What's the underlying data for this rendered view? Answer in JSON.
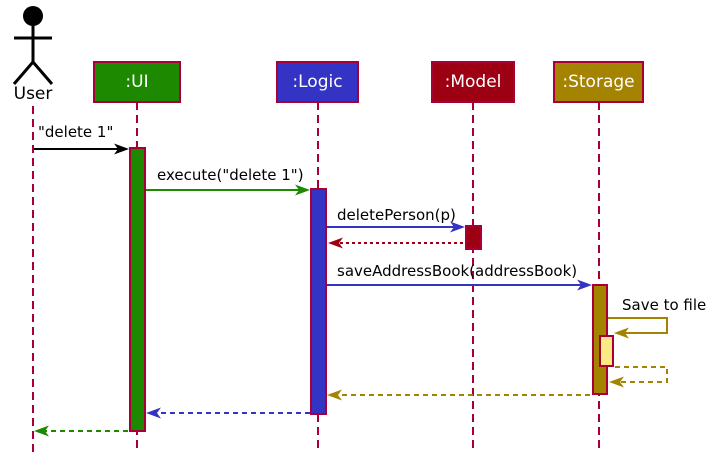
{
  "diagram": {
    "type": "uml-sequence-diagram",
    "actor": {
      "label": "User"
    },
    "participants": [
      {
        "id": "ui",
        "label": ":UI",
        "color": "#1D8900"
      },
      {
        "id": "logic",
        "label": ":Logic",
        "color": "#3333C4"
      },
      {
        "id": "model",
        "label": ":Model",
        "color": "#9D0012"
      },
      {
        "id": "storage",
        "label": ":Storage",
        "color": "#A38300"
      }
    ],
    "messages": [
      {
        "label": "\"delete 1\"",
        "from": "User",
        "to": ":UI",
        "style": "solid",
        "color": "#000000"
      },
      {
        "label": "execute(\"delete 1\")",
        "from": ":UI",
        "to": ":Logic",
        "style": "solid",
        "color": "#1D8900"
      },
      {
        "label": "deletePerson(p)",
        "from": ":Logic",
        "to": ":Model",
        "style": "solid",
        "color": "#3333C4"
      },
      {
        "label": "",
        "from": ":Model",
        "to": ":Logic",
        "style": "dashed-return",
        "color": "#9D0012"
      },
      {
        "label": "saveAddressBook(addressBook)",
        "from": ":Logic",
        "to": ":Storage",
        "style": "solid",
        "color": "#3333C4"
      },
      {
        "label": "Save to file",
        "from": ":Storage",
        "to": ":Storage",
        "style": "self-call",
        "color": "#A38300"
      },
      {
        "label": "",
        "from": ":Storage",
        "to": ":Storage",
        "style": "self-dashed-return",
        "color": "#A38300"
      },
      {
        "label": "",
        "from": ":Storage",
        "to": ":Logic",
        "style": "dashed-return",
        "color": "#A38300"
      },
      {
        "label": "",
        "from": ":Logic",
        "to": ":UI",
        "style": "dashed-return",
        "color": "#3333C4"
      },
      {
        "label": "",
        "from": ":UI",
        "to": "User",
        "style": "dashed-return",
        "color": "#1D8900"
      }
    ],
    "palette": {
      "border": "#A80036",
      "lifeline": "#A80036",
      "ui": "#1D8900",
      "logic": "#3333C4",
      "model": "#9D0012",
      "storage": "#A38300",
      "nested": "#FBE983",
      "background": "#FFFFFF",
      "text_on_box": "#FFFFFF",
      "message_text": "#000000"
    }
  }
}
